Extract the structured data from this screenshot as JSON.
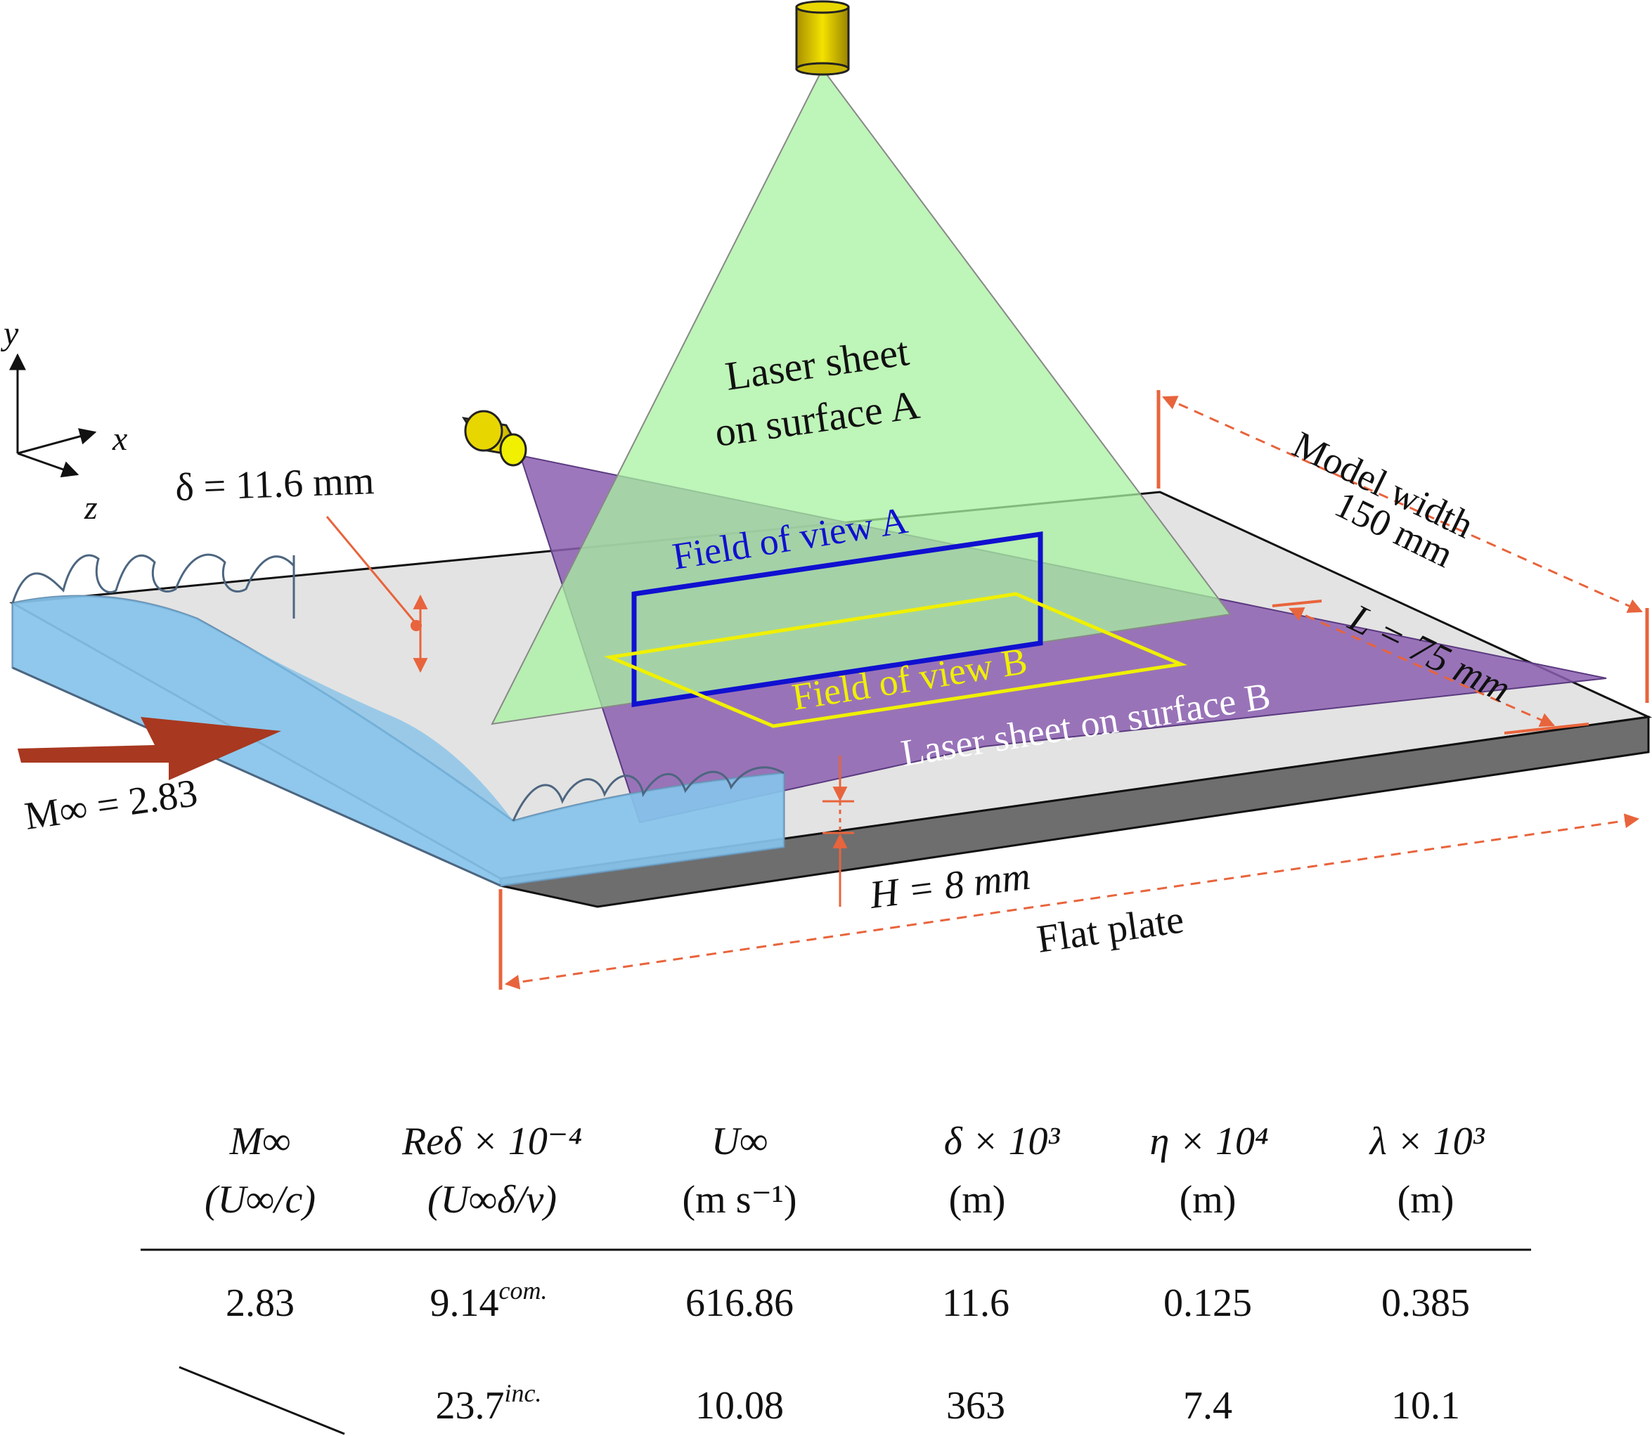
{
  "axes": {
    "y": "y",
    "x": "x",
    "z": "z"
  },
  "labels": {
    "delta": "δ = 11.6 mm",
    "mach": "M∞ = 2.83",
    "laser_a_line1": "Laser sheet",
    "laser_a_line2": "on surface A",
    "fov_a": "Field of view A",
    "fov_b": "Field of view B",
    "laser_b": "Laser sheet on surface B",
    "model_width_line1": "Model width",
    "model_width_line2": "150 mm",
    "length": "L = 75 mm",
    "height": "H = 8 mm",
    "flat_plate": "Flat plate"
  },
  "colors": {
    "laser_a": "#a8f2a0",
    "laser_b": "#8c5fb0",
    "fov_a": "#1010d0",
    "fov_b": "#f0f000",
    "boundary_layer": "#7bbde8",
    "plate_top": "#e3e3e3",
    "plate_side": "#6e6e6e",
    "dimension": "#e8643c",
    "flow_arrow": "#a83820",
    "camera": "#d8c400"
  },
  "table": {
    "headers": [
      {
        "line1": "M∞",
        "line2": "(U∞/c)"
      },
      {
        "line1": "Reδ × 10⁻⁴",
        "line2": "(U∞δ/ν)"
      },
      {
        "line1": "U∞",
        "line2": "(m s⁻¹)"
      },
      {
        "line1": "δ × 10³",
        "line2": "(m)"
      },
      {
        "line1": "η × 10⁴",
        "line2": "(m)"
      },
      {
        "line1": "λ × 10³",
        "line2": "(m)"
      }
    ],
    "rows": [
      {
        "cells": [
          "2.83",
          "9.14",
          "616.86",
          "11.6",
          "0.125",
          "0.385"
        ],
        "note": "com."
      },
      {
        "cells": [
          "",
          "23.7",
          "10.08",
          "363",
          "7.4",
          "10.1"
        ],
        "note": "inc."
      }
    ]
  }
}
